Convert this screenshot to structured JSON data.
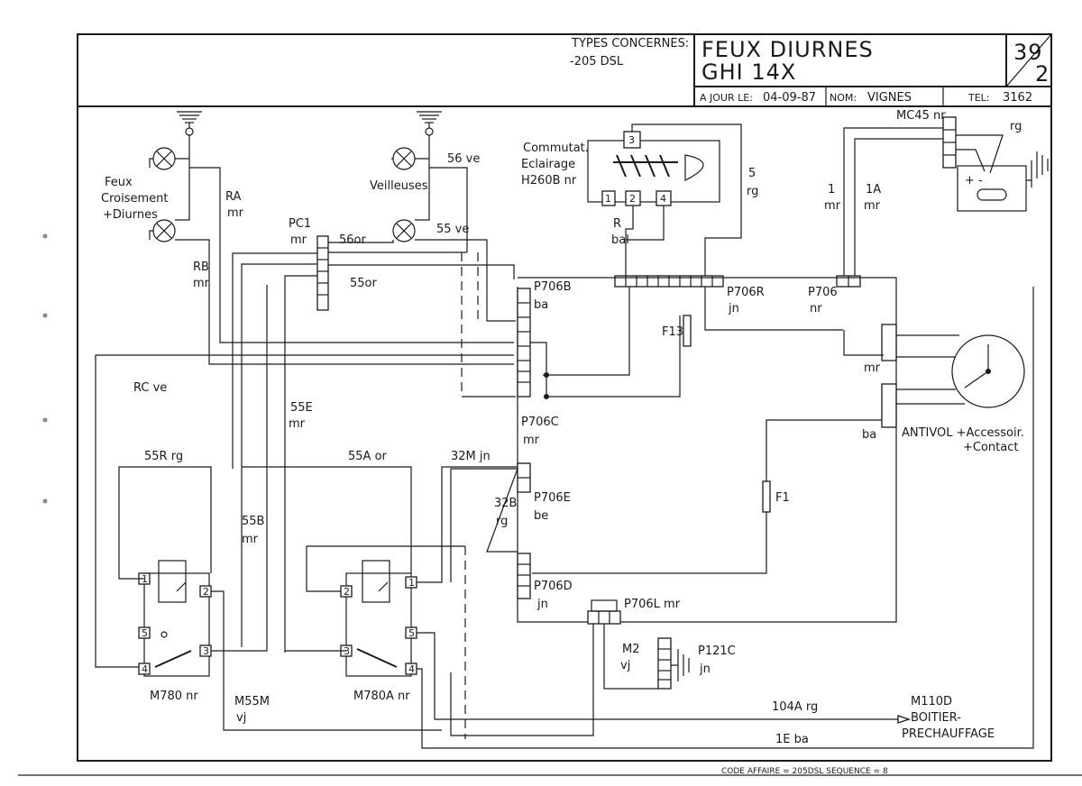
{
  "header": {
    "types_label": "TYPES CONCERNES:",
    "types_value": "-205 DSL",
    "title_line1": "FEUX DIURNES",
    "title_line2": "GHI 14X",
    "page_top": "39",
    "page_bottom": "2",
    "update_label": "A JOUR LE:",
    "update_date": "04-09-87",
    "name_label": "NOM:",
    "name_value": "VIGNES",
    "tel_label": "TEL:",
    "tel_value": "3162"
  },
  "labels": {
    "feux_croisement_1": "Feux",
    "feux_croisement_2": "Croisement",
    "feux_croisement_3": "+Diurnes",
    "ra": "RA",
    "ra_color": "mr",
    "rb": "RB",
    "rb_color": "mr",
    "veilleuses": "Veilleuses",
    "w56ve": "56 ve",
    "w55ve": "55 ve",
    "pc1": "PC1",
    "pc1_color": "mr",
    "w56or": "56or",
    "w55or": "55or",
    "commutat_1": "Commutat.",
    "commutat_2": "Eclairage",
    "commutat_3": "H260B nr",
    "r": "R",
    "r_color": "bal",
    "w5": "5",
    "w5_color": "rg",
    "mc45": "MC45 nr",
    "rg_batt": "rg",
    "w1": "1",
    "w1_color": "mr",
    "w1a": "1A",
    "w1a_color": "mr",
    "p706b": "P706B",
    "p706b_color": "ba",
    "p706r": "P706R",
    "p706r_color": "jn",
    "p706": "P706",
    "p706_color": "nr",
    "f13": "F13",
    "mr_antivol": "mr",
    "rc": "RC ve",
    "w55e": "55E",
    "w55e_color": "mr",
    "p706c": "P706C",
    "p706c_color": "mr",
    "ba_antivol": "ba",
    "antivol_1": "ANTIVOL +Accessoir.",
    "antivol_2": "+Contact",
    "w55r": "55R rg",
    "w55a": "55A or",
    "w32m": "32M jn",
    "w32b": "32B",
    "w32b_color": "rg",
    "p706e": "P706E",
    "p706e_color": "be",
    "f1": "F1",
    "w55b": "55B",
    "w55b_color": "mr",
    "p706d": "P706D",
    "p706d_color": "jn",
    "p706l": "P706L mr",
    "m2": "M2",
    "m2_color": "vj",
    "p121c": "P121C",
    "p121c_color": "jn",
    "m780": "M780 nr",
    "m780a": "M780A nr",
    "m55m": "M55M",
    "m55m_color": "vj",
    "w104a": "104A rg",
    "m110d_1": "M110D",
    "m110d_2": "BOITIER-",
    "m110d_3": "PRECHAUFFAGE",
    "w1e": "1E ba"
  },
  "footer": {
    "code": "CODE AFFAIRE = 205DSL SEQUENCE = 8"
  }
}
